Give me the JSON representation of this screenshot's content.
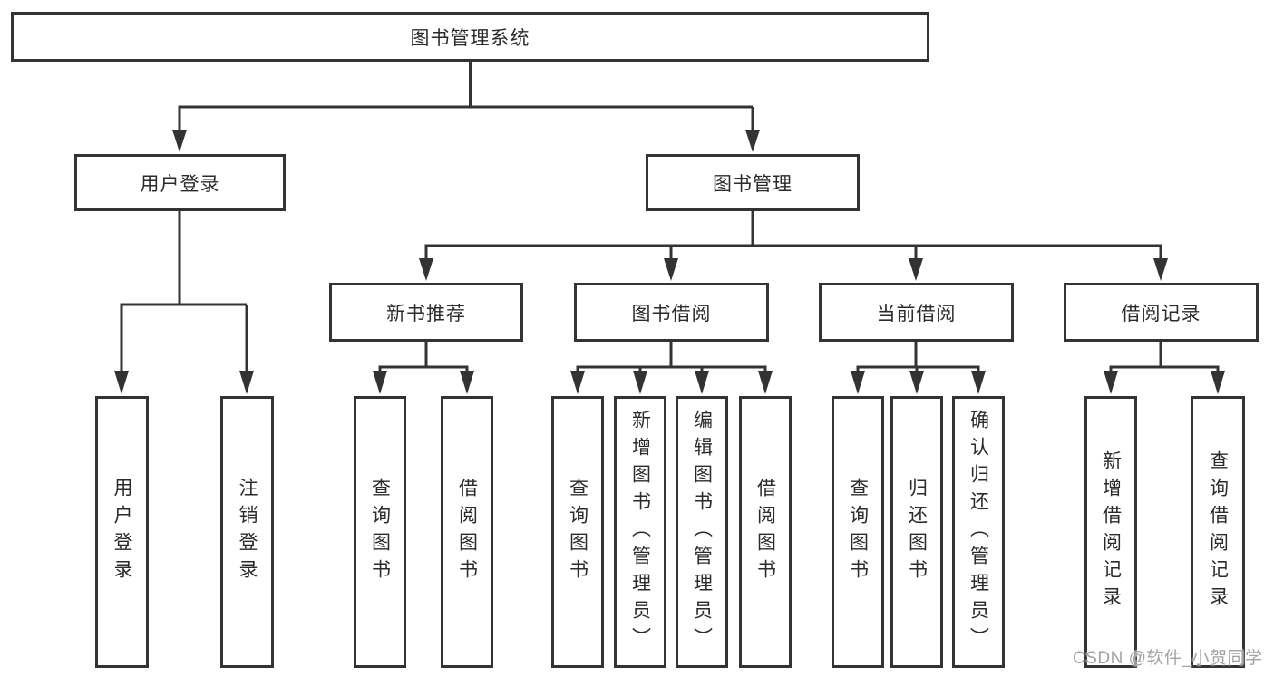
{
  "diagram": {
    "title": "图书管理系统",
    "nodes": {
      "root": "图书管理系统",
      "branches": [
        "用户登录",
        "图书管理"
      ],
      "modules": [
        "新书推荐",
        "图书借阅",
        "当前借阅",
        "借阅记录"
      ],
      "leaves": [
        "用户登录",
        "注销登录",
        "查询图书",
        "借阅图书",
        "查询图书",
        "新增图书（管理员）",
        "编辑图书（管理员）",
        "借阅图书",
        "查询图书",
        "归还图书",
        "确认归还（管理员）",
        "新增借阅记录",
        "查询借阅记录"
      ]
    },
    "colors": {
      "line": "#333333",
      "border": "#333333",
      "text": "#2b2b2b",
      "background": "#ffffff",
      "watermark": "#a3a3a3"
    }
  },
  "watermark": "CSDN @软件_小贺同学"
}
